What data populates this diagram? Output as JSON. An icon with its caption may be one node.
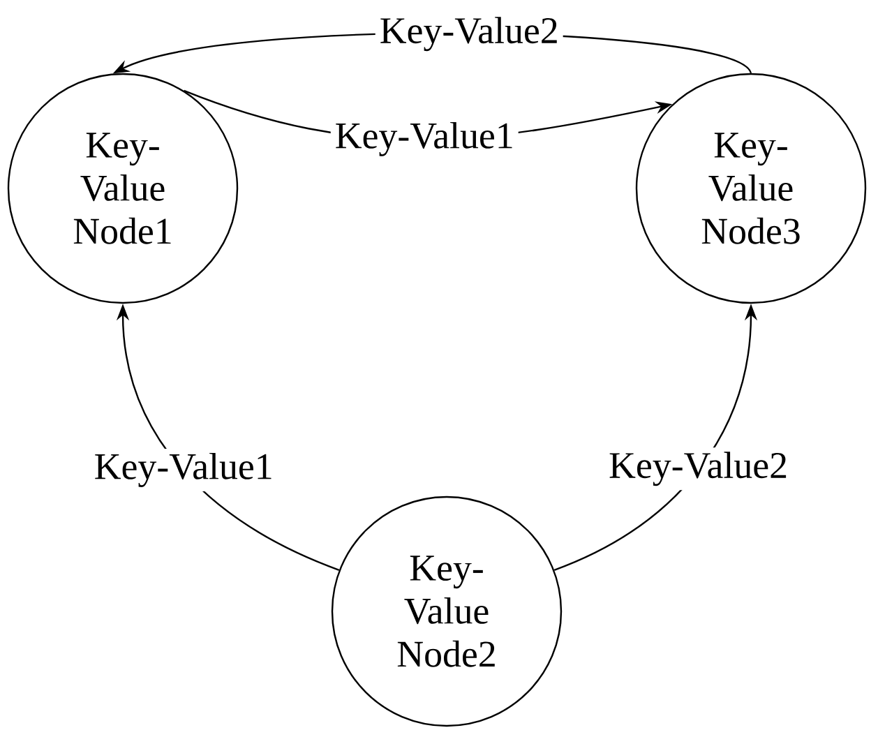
{
  "diagram": {
    "nodes": [
      {
        "text": [
          "Key-Value Node1"
        ]
      },
      {
        "text": [
          "Key-Value Node3"
        ]
      },
      {
        "text": [
          "Key-Value Node2"
        ]
      }
    ],
    "edges": [
      {
        "from": 0,
        "to": 1,
        "arrow": "to",
        "label": "Key-Value1"
      },
      {
        "from": 1,
        "to": 0,
        "arrow": "to",
        "label": "Key-Value2"
      },
      {
        "from": 2,
        "to": 0,
        "arrow": "to",
        "label": "Key-Value1"
      },
      {
        "from": 2,
        "to": 1,
        "arrow": "to",
        "label": "Key-Value2"
      }
    ]
  }
}
